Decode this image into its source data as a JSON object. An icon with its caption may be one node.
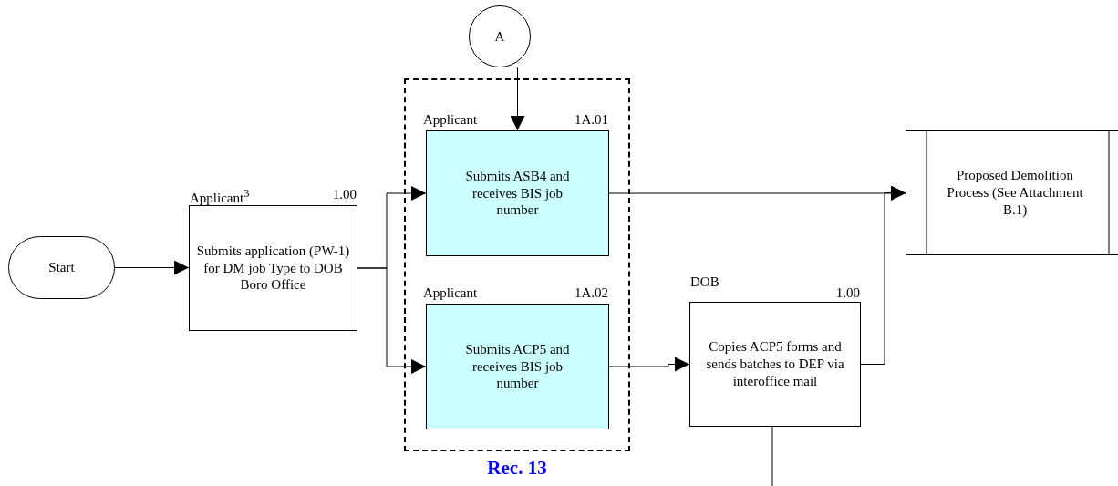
{
  "diagram": {
    "nodes": [
      {
        "text": [
          "Start"
        ]
      },
      {
        "text": [
          "Rec. 13"
        ]
      },
      {
        "text": [
          "Applicant$^{3}$",
          "1.00",
          "Submits application (PW-1) for DM job Type to DOB Boro Office"
        ]
      },
      {
        "text": [
          "Applicant",
          "1A.01",
          "Submits ASB4 and receives BIS job number"
        ],
        "in": 1
      },
      {
        "text": [
          "Applicant",
          "1A.02",
          "Submits ACP5 and receives BIS job number"
        ],
        "in": 1
      },
      {
        "text": [
          "A"
        ]
      },
      {
        "text": [
          "DOB",
          "1.00",
          "Copies ACP5 forms and sends batches to DEP via interoffice mail"
        ]
      },
      {
        "text": [
          "Proposed Demolition Process (See Attachment B.1)"
        ]
      }
    ],
    "edges": [
      {
        "from": 0,
        "to": 2,
        "arrow": "to"
      },
      {
        "from": 2,
        "to": 3,
        "arrow": "to"
      },
      {
        "from": 2,
        "to": 4,
        "arrow": "to"
      },
      {
        "from": 5,
        "to": 3,
        "arrow": "to"
      },
      {
        "from": 3,
        "to": 7,
        "arrow": "to"
      },
      {
        "from": 4,
        "to": 6,
        "arrow": "to"
      },
      {
        "from": 6,
        "to": 7,
        "arrow": "to"
      },
      {
        "from": 6,
        "to": null,
        "arrow": "none"
      }
    ]
  }
}
